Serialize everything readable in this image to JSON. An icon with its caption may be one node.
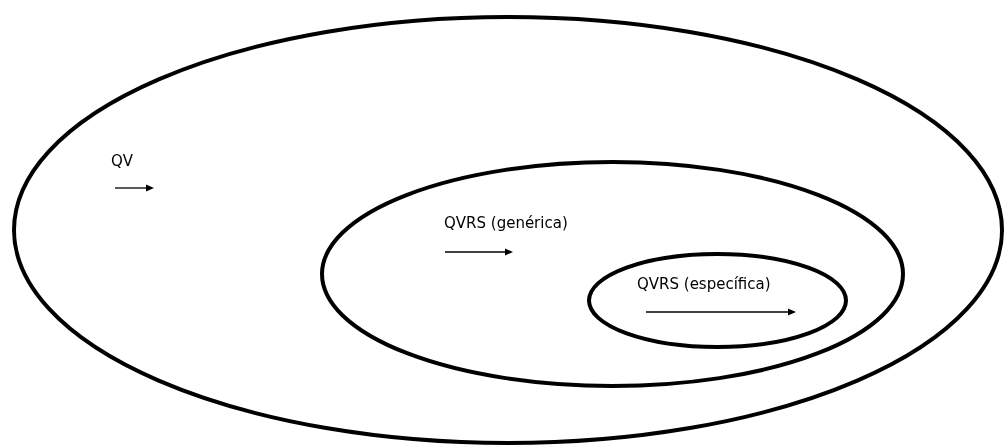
{
  "diagram": {
    "nodes": [
      {
        "text": [
          "QV"
        ]
      },
      {
        "text": [
          "QVRS (genérica)"
        ],
        "in": 0
      },
      {
        "text": [
          "QVRS (específica)"
        ],
        "in": 1
      }
    ],
    "edges": []
  }
}
